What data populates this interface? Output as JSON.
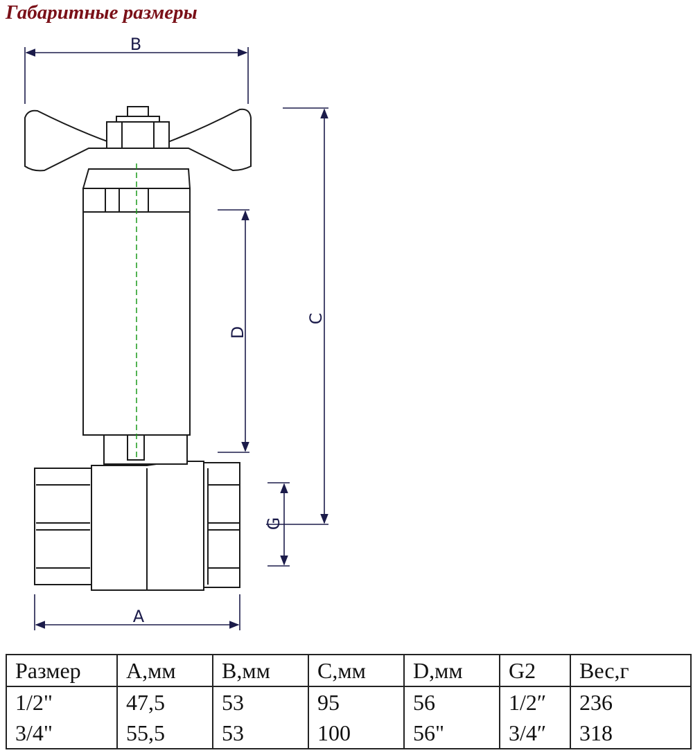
{
  "title": "Габаритные размеры",
  "drawing": {
    "dimension_labels": {
      "a": "A",
      "b": "B",
      "c": "C",
      "d": "D",
      "g": "G"
    },
    "colors": {
      "outline": "#1a1a1a",
      "fill": "#ffffff",
      "dimension": "#1b1b4a",
      "axis": "#1a9a1a"
    }
  },
  "table": {
    "headers": [
      "Размер",
      "A,мм",
      "B,мм",
      "C,мм",
      "D,мм",
      "G2",
      "Вес,г"
    ],
    "rows": [
      [
        "1/2\"",
        "47,5",
        "53",
        "95",
        "56",
        "1/2″",
        "236"
      ],
      [
        "3/4\"",
        "55,5",
        "53",
        "100",
        "56\"",
        "3/4″",
        "318"
      ]
    ]
  }
}
